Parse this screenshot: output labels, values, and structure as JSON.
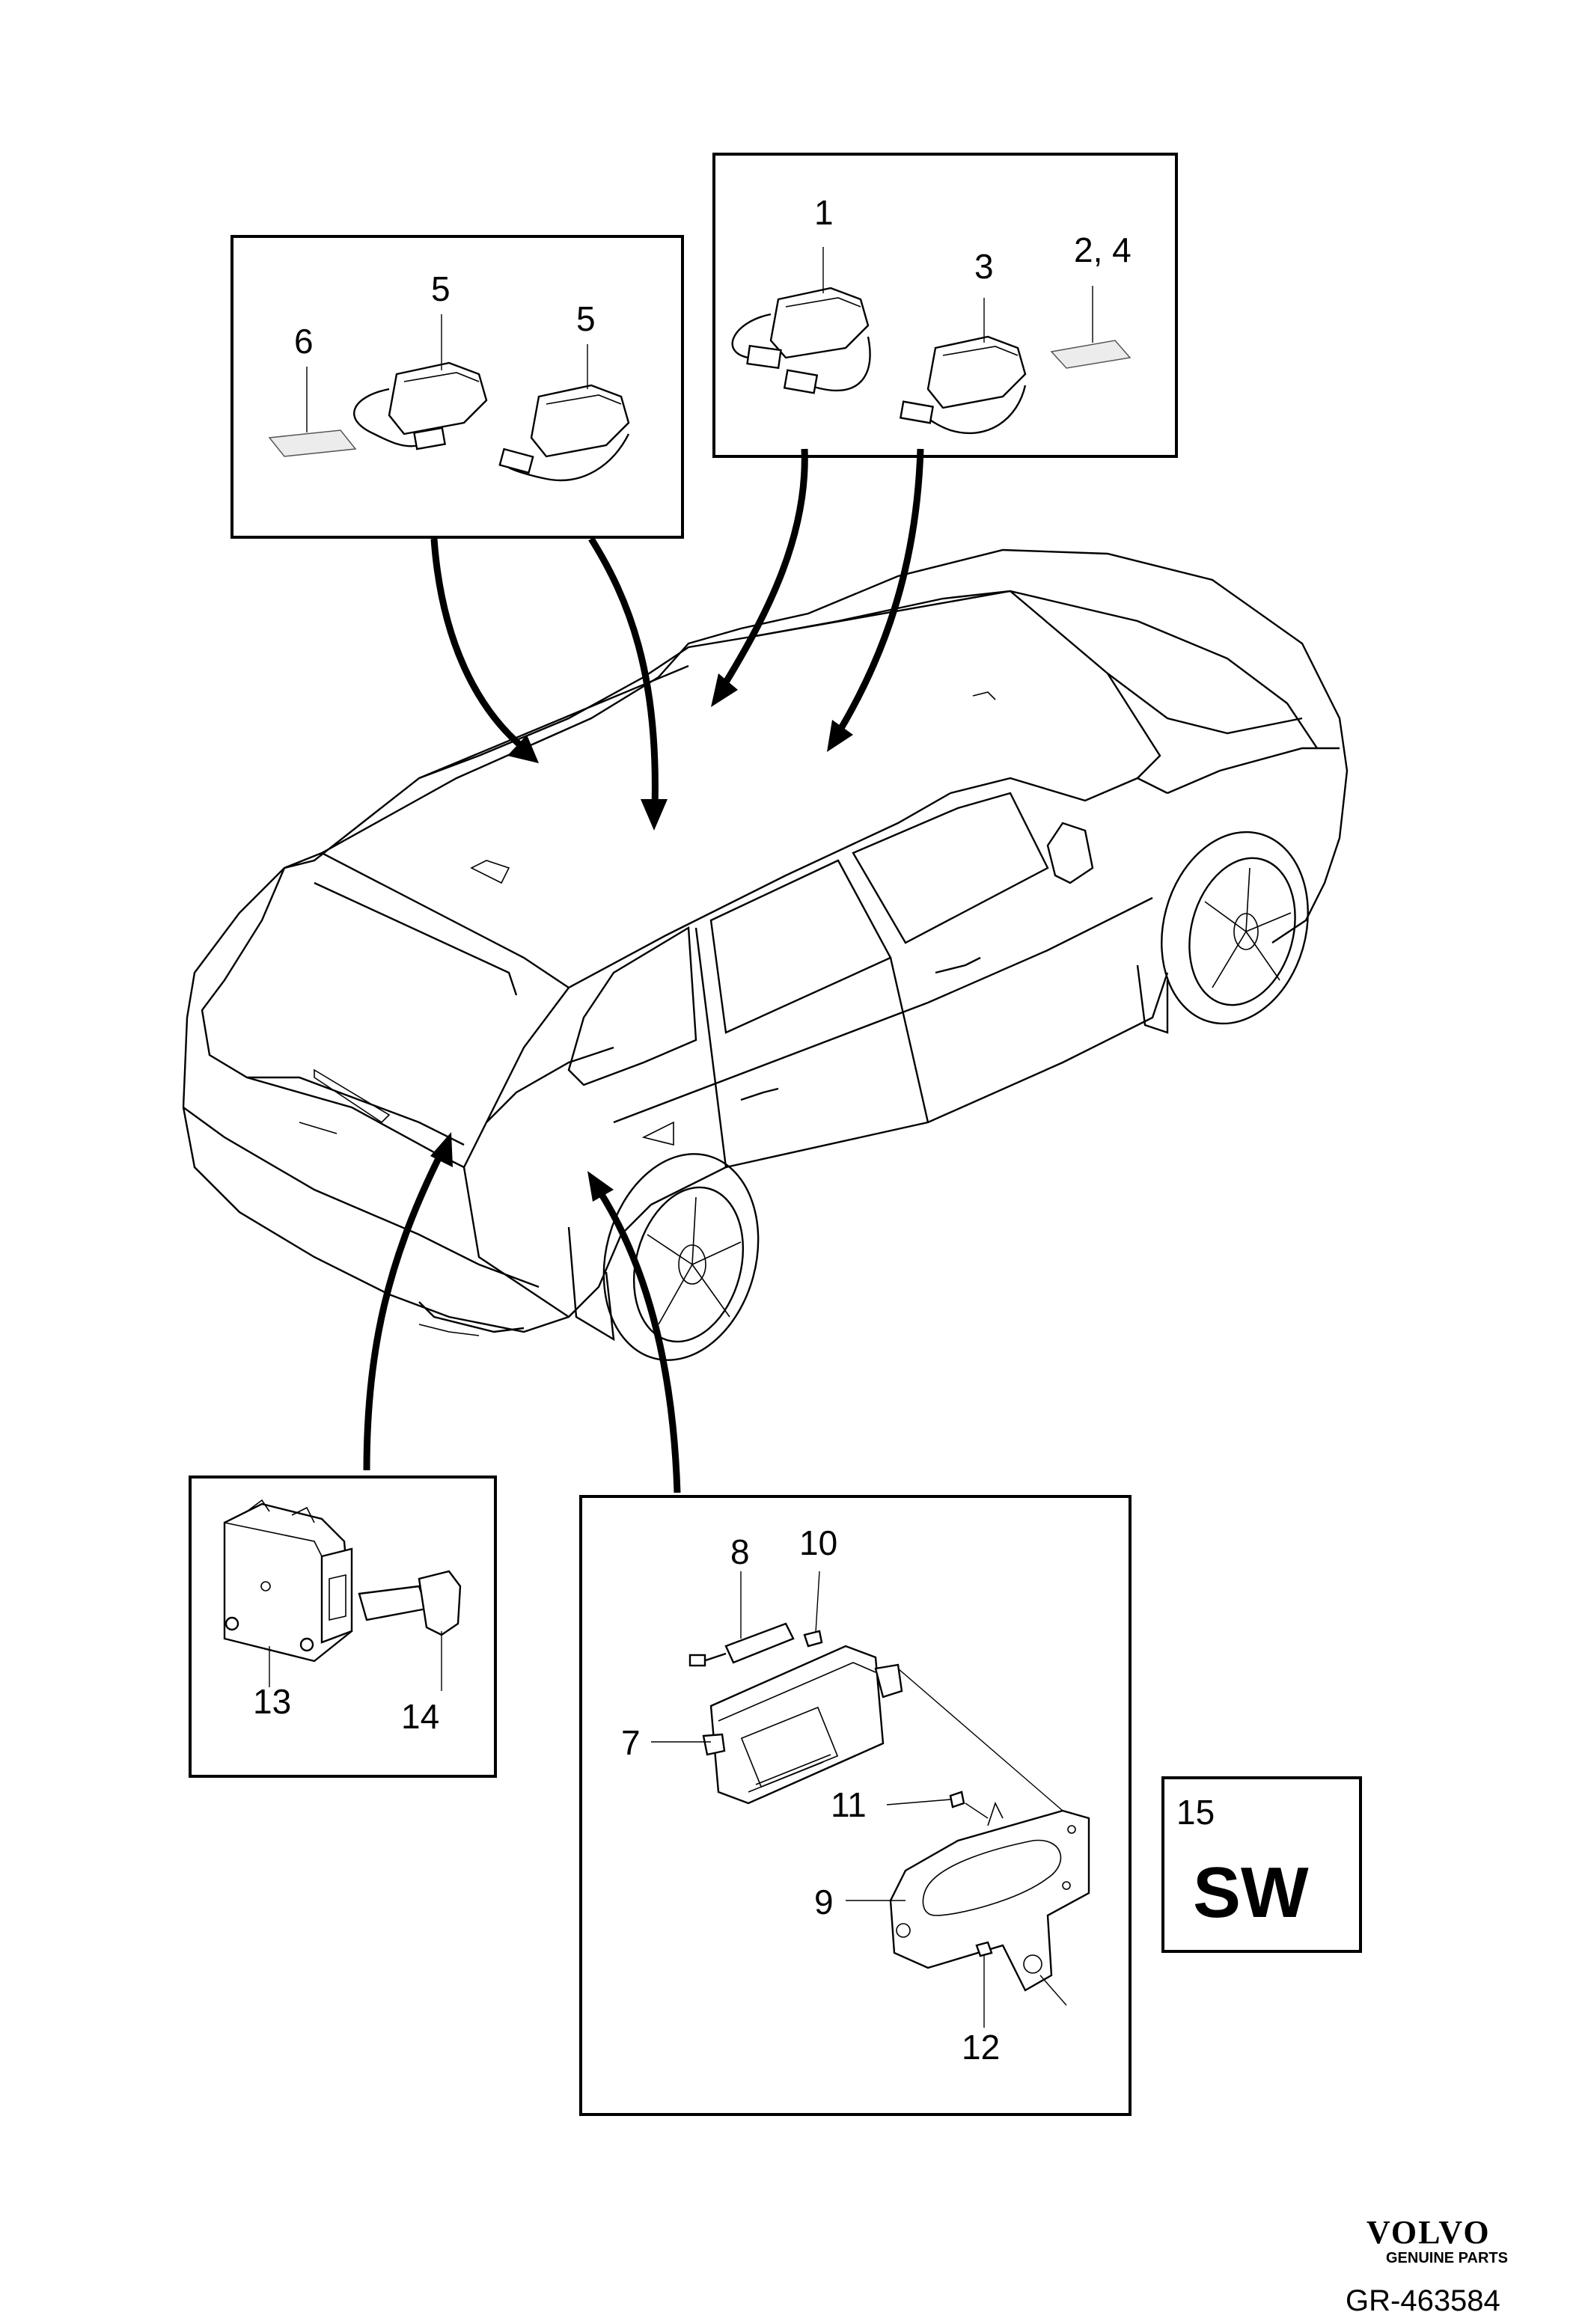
{
  "diagram": {
    "callouts": {
      "c1": "1",
      "c3": "3",
      "c24": "2, 4",
      "c5a": "5",
      "c5b": "5",
      "c6": "6",
      "c7": "7",
      "c8": "8",
      "c9": "9",
      "c10": "10",
      "c11": "11",
      "c12": "12",
      "c13": "13",
      "c14": "14",
      "c15": "15"
    },
    "sw_label": "SW",
    "brand": {
      "name": "VOLVO",
      "tagline": "GENUINE PARTS"
    },
    "reference": "GR-463584"
  }
}
